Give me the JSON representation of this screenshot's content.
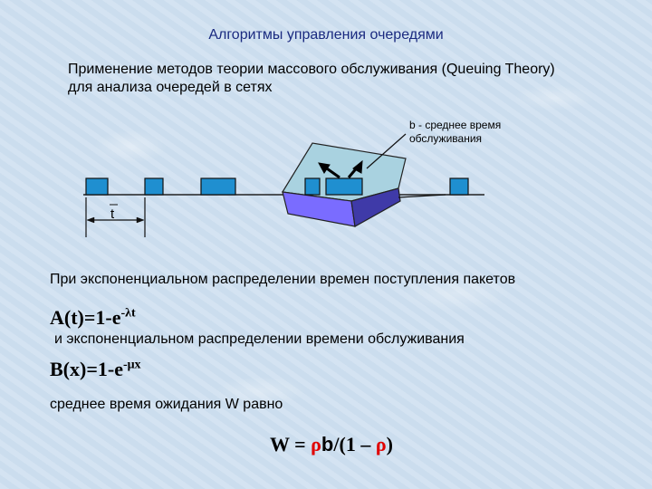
{
  "slide": {
    "title": "Алгоритмы управления очередями",
    "intro": "Применение методов теории массового обслуживания (Queuing Theory) для анализа очередей в сетях",
    "callout": "b - среднее время обслуживания",
    "interval_label": "t",
    "text_arrivals": "При экспоненциальном распределении времен поступления пакетов",
    "formula_A_base": "A(t)=1-e",
    "formula_A_exp": "-λt",
    "text_service": "и экспоненциальном распределении времени обслуживания",
    "formula_B_base": "B(x)=1-e",
    "formula_B_exp": "-μx",
    "text_wait": "среднее время ожидания W равно",
    "formula_W_lhs": "W = ",
    "formula_W_rho": "ρ",
    "formula_W_b": "b",
    "formula_W_open": "/(1 – ",
    "formula_W_rho2": "ρ",
    "formula_W_close": ")"
  },
  "colors": {
    "packet": "#1f8fd0",
    "server_top": "#9ec8d8",
    "server_front": "#6a5cff",
    "title": "#1a2a80",
    "formula_accent": "#e00000"
  }
}
